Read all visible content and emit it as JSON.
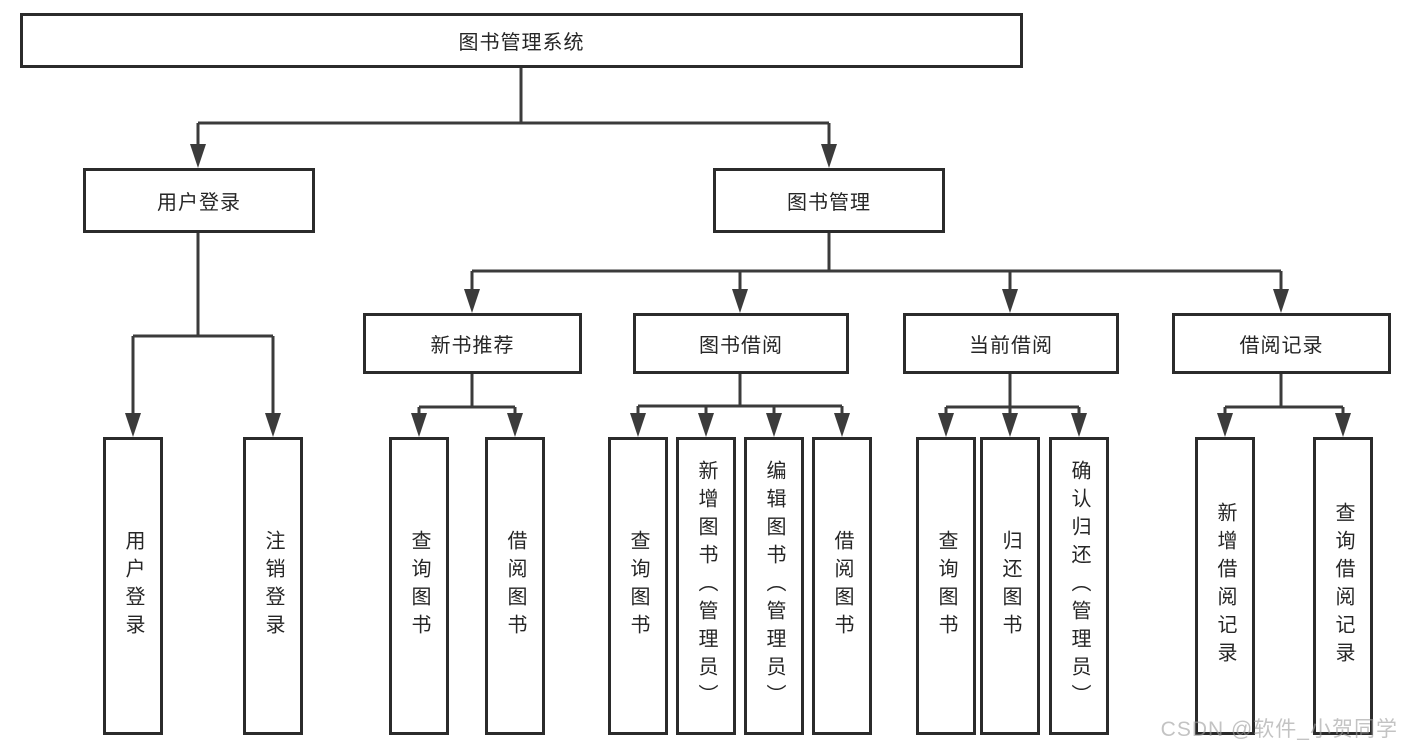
{
  "nodes": {
    "root": {
      "label": "图书管理系统"
    },
    "user_login": {
      "label": "用户登录"
    },
    "book_management": {
      "label": "图书管理"
    },
    "new_book_recommend": {
      "label": "新书推荐"
    },
    "book_borrowing": {
      "label": "图书借阅"
    },
    "current_borrowing": {
      "label": "当前借阅"
    },
    "borrow_records": {
      "label": "借阅记录"
    },
    "leaf_user_login": {
      "label": "用户登录"
    },
    "leaf_logout": {
      "label": "注销登录"
    },
    "leaf_query_books_1": {
      "label": "查询图书"
    },
    "leaf_borrow_books_1": {
      "label": "借阅图书"
    },
    "leaf_query_books_2": {
      "label": "查询图书"
    },
    "leaf_add_books_admin": {
      "label": "新增图书（管理员）"
    },
    "leaf_edit_books_admin": {
      "label": "编辑图书（管理员）"
    },
    "leaf_borrow_books_2": {
      "label": "借阅图书"
    },
    "leaf_query_books_3": {
      "label": "查询图书"
    },
    "leaf_return_books": {
      "label": "归还图书"
    },
    "leaf_confirm_return_admin": {
      "label": "确认归还（管理员）"
    },
    "leaf_add_borrow_record": {
      "label": "新增借阅记录"
    },
    "leaf_query_borrow_record": {
      "label": "查询借阅记录"
    }
  },
  "structure": {
    "图书管理系统": {
      "用户登录": [
        "用户登录",
        "注销登录"
      ],
      "图书管理": {
        "新书推荐": [
          "查询图书",
          "借阅图书"
        ],
        "图书借阅": [
          "查询图书",
          "新增图书（管理员）",
          "编辑图书（管理员）",
          "借阅图书"
        ],
        "当前借阅": [
          "查询图书",
          "归还图书",
          "确认归还（管理员）"
        ],
        "借阅记录": [
          "新增借阅记录",
          "查询借阅记录"
        ]
      }
    }
  },
  "watermark": {
    "text": "CSDN @软件_小贺同学"
  },
  "colors": {
    "line": "#3b3b3b",
    "border": "#2b2b2b",
    "text": "#262626",
    "background": "#ffffff",
    "watermark": "#9e9e9e"
  }
}
